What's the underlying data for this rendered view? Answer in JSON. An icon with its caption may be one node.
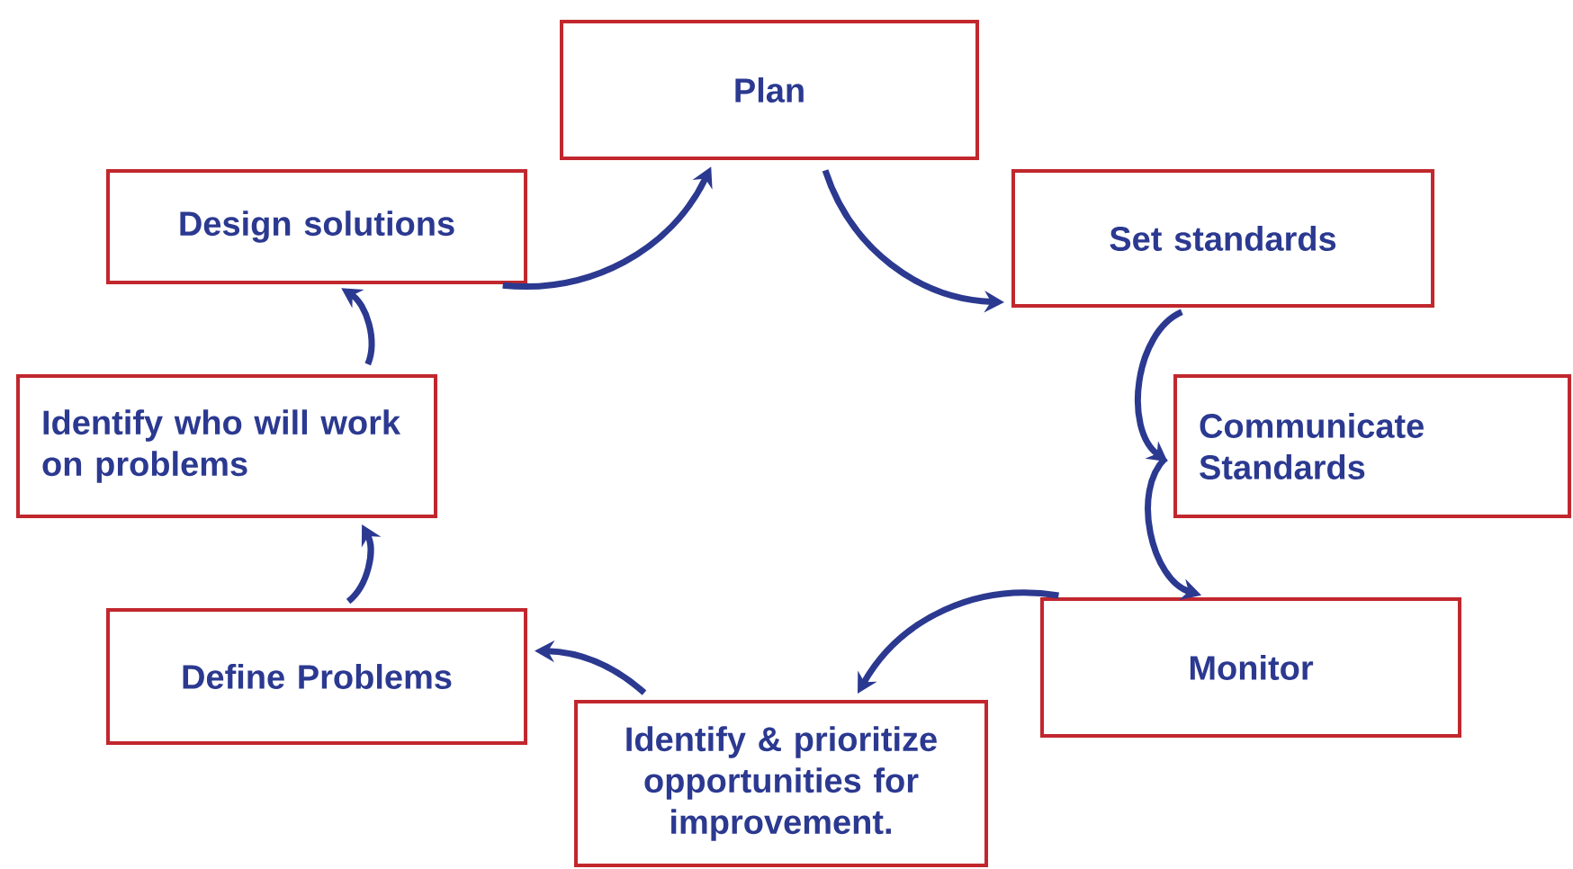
{
  "diagram": {
    "nodes": [
      {
        "text": [
          "Plan"
        ]
      },
      {
        "text": [
          "Set standards"
        ]
      },
      {
        "text": [
          "Communicate Standards"
        ]
      },
      {
        "text": [
          "Monitor"
        ]
      },
      {
        "text": [
          "Identify & prioritize opportunities for improvement."
        ]
      },
      {
        "text": [
          "Define Problems"
        ]
      },
      {
        "text": [
          "Identify who will work on problems"
        ]
      },
      {
        "text": [
          "Design solutions"
        ]
      }
    ],
    "edges": [
      {
        "from": 0,
        "to": 1,
        "arrow": "to"
      },
      {
        "from": 1,
        "to": 2,
        "arrow": "to"
      },
      {
        "from": 2,
        "to": 3,
        "arrow": "to"
      },
      {
        "from": 3,
        "to": 4,
        "arrow": "to"
      },
      {
        "from": 4,
        "to": 5,
        "arrow": "to"
      },
      {
        "from": 5,
        "to": 6,
        "arrow": "to"
      },
      {
        "from": 6,
        "to": 7,
        "arrow": "to"
      },
      {
        "from": 7,
        "to": 0,
        "arrow": "to"
      }
    ]
  }
}
